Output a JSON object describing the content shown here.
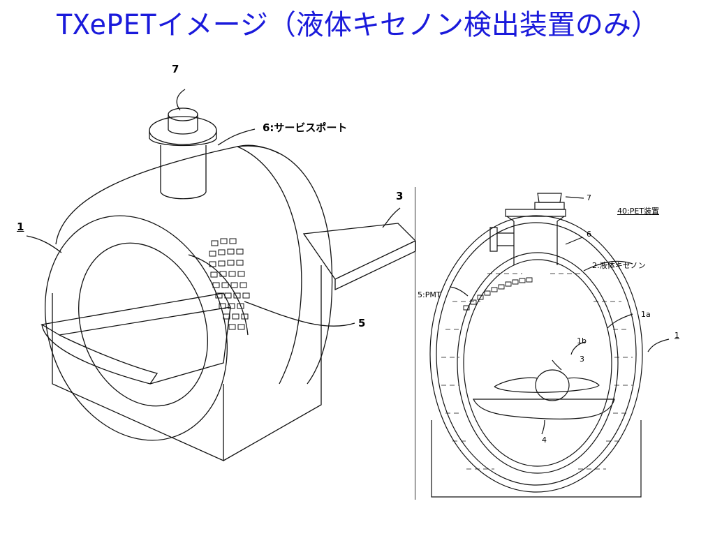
{
  "slide": {
    "title": "TXePETイメージ（液体キセノン検出装置のみ）",
    "title_color": "#1a1adb"
  },
  "left_figure": {
    "labels": {
      "n7": "7",
      "n6": "6:サービスポート",
      "n3": "3",
      "n1": "1",
      "n5": "5"
    }
  },
  "right_figure": {
    "labels": {
      "n7": "7",
      "n40": "40:PET装置",
      "n6": "6",
      "n2": "2:液体キセノン",
      "n5": "5:PMT",
      "n1a": "1a",
      "n1b": "1b",
      "n3": "3",
      "n1": "1",
      "n4": "4"
    }
  }
}
